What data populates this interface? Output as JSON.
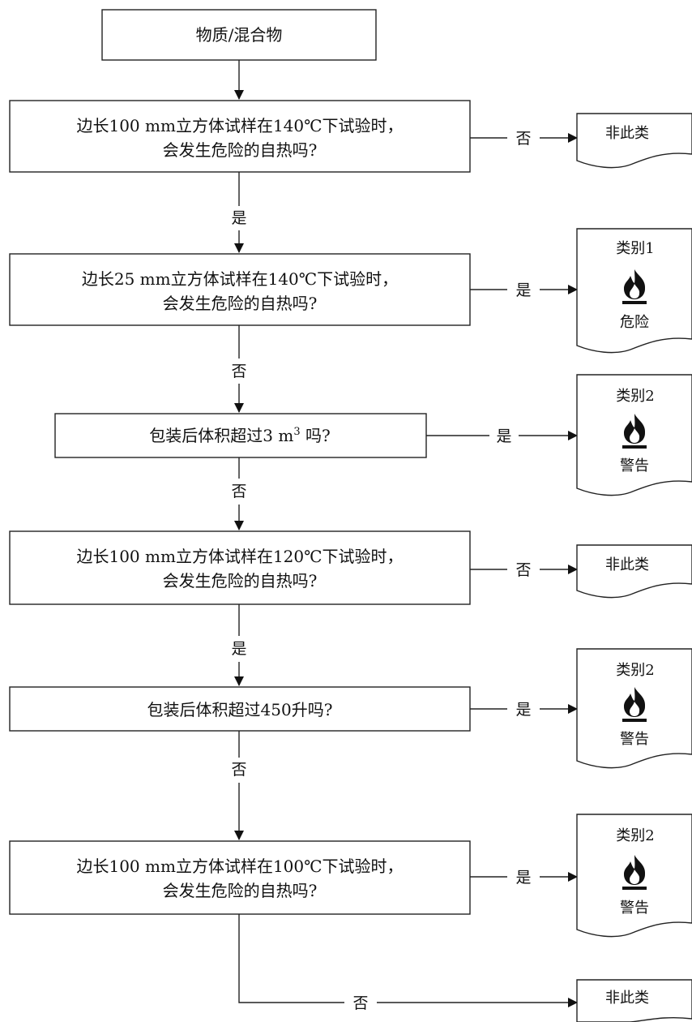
{
  "start": {
    "label": "物质/混合物"
  },
  "questions": [
    {
      "line1": "边长100 mm立方体试样在140℃下试验时，",
      "line2": "会发生危险的自热吗?"
    },
    {
      "line1": "边长25 mm立方体试样在140℃下试验时，",
      "line2": "会发生危险的自热吗?"
    },
    {
      "pre": "包装后体积超过3 m",
      "sup": "3",
      "post": " 吗?"
    },
    {
      "line1": "边长100 mm立方体试样在120℃下试验时，",
      "line2": "会发生危险的自热吗?"
    },
    {
      "line1": "包装后体积超过450升吗?"
    },
    {
      "line1": "边长100 mm立方体试样在100℃下试验时，",
      "line2": "会发生危险的自热吗?"
    }
  ],
  "edges": {
    "down": [
      "是",
      "否",
      "否",
      "是",
      "否"
    ],
    "right": [
      "否",
      "是",
      "是",
      "否",
      "是",
      "是"
    ],
    "final": "否"
  },
  "results": [
    {
      "title": "非此类"
    },
    {
      "title": "类别1",
      "signal": "危险",
      "icon": "flame-icon"
    },
    {
      "title": "类别2",
      "signal": "警告",
      "icon": "flame-icon"
    },
    {
      "title": "非此类"
    },
    {
      "title": "类别2",
      "signal": "警告",
      "icon": "flame-icon"
    },
    {
      "title": "类别2",
      "signal": "警告",
      "icon": "flame-icon"
    },
    {
      "title": "非此类"
    }
  ]
}
